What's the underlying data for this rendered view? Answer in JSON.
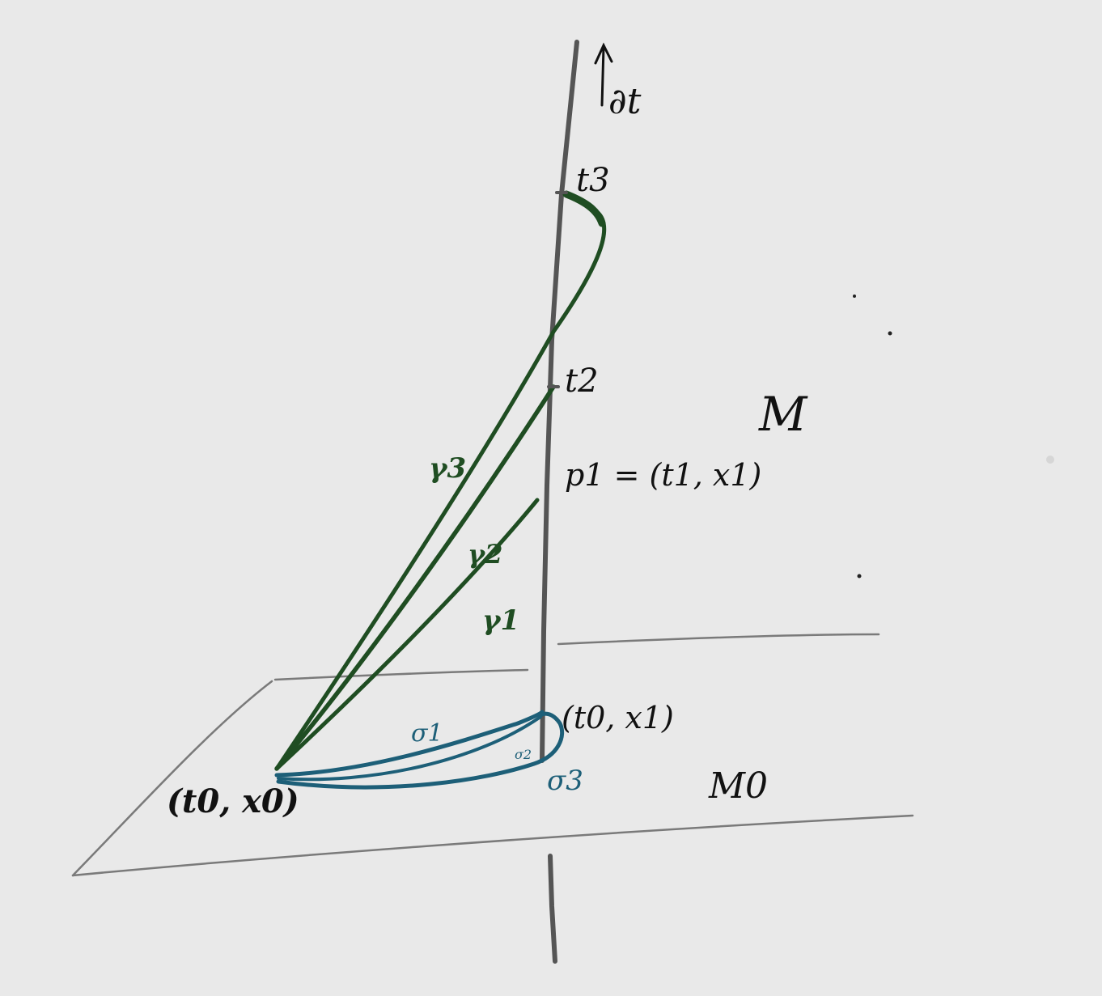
{
  "labels": {
    "time_vector": "∂t",
    "t3": "t3",
    "t2": "t2",
    "p1": "p1 = (t1, x1)",
    "M": "M",
    "gamma3": "γ3",
    "gamma2": "γ2",
    "gamma1": "γ1",
    "t0x1": "(t0, x1)",
    "t0x0": "(t0, x0)",
    "sigma1": "σ1",
    "sigma2": "σ2",
    "sigma3": "σ3",
    "M0": "M0"
  },
  "colors": {
    "background": "#e9e9e9",
    "axis": "#555555",
    "plane": "#7a7a7a",
    "curves_green": "#1f4d22",
    "curves_blue": "#1d5f78",
    "ink": "#111111"
  }
}
